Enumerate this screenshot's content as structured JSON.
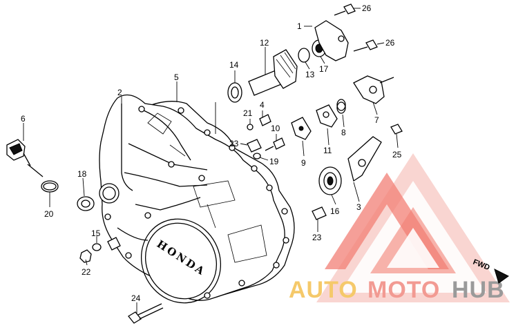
{
  "diagram": {
    "brand_text": "HONDA",
    "direction_label": "FWD",
    "callouts": [
      "1",
      "2",
      "3",
      "4",
      "5",
      "6",
      "7",
      "8",
      "9",
      "10",
      "11",
      "12",
      "13",
      "14",
      "15",
      "16",
      "17",
      "18",
      "19",
      "20",
      "21",
      "22",
      "23",
      "23",
      "24",
      "25",
      "26",
      "26"
    ]
  },
  "watermark": {
    "part1": "AUTO",
    "part2": "MOTO",
    "part3": "HUB",
    "colors": {
      "auto": "#f5c96a",
      "moto": "#f29a92",
      "hub": "#9a9a9a",
      "triangle": "#f06a5e"
    }
  }
}
